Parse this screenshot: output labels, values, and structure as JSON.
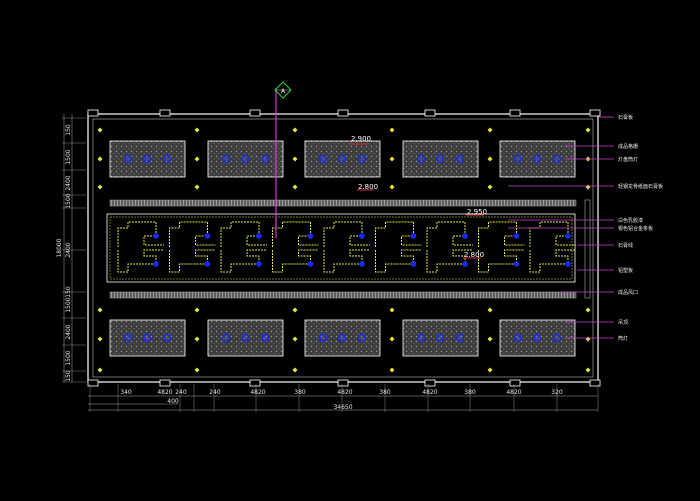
{
  "elevations": {
    "upper_panels": "2.900",
    "upper_strip": "2.800",
    "center_top": "2.950",
    "center_mid": "2.800"
  },
  "section_marker": "A",
  "horizontal_dims": [
    "340",
    "4820",
    "240",
    "240",
    "4820",
    "380",
    "4820",
    "380",
    "4820",
    "380",
    "4820",
    "320"
  ],
  "sub_total": "400",
  "total_dim": "34650",
  "vertical_dims": [
    "150",
    "1500",
    "2400",
    "1500",
    "2400",
    "150",
    "1500",
    "2400",
    "1500",
    "150"
  ],
  "total_height": "18000",
  "callouts": [
    "石膏板",
    "成品格栅",
    "灯盘筒灯",
    "轻钢龙骨纸面石膏板",
    "白色乳胶漆",
    "银色铝合金条板",
    "石膏线",
    "铝塑板",
    "成品风口",
    "吊顶",
    "筒灯"
  ],
  "colors": {
    "background": "#000000",
    "outline": "#ffffff",
    "callout": "#d23cd2",
    "panel_fill": "#3c3c3c",
    "serpentine": "#e6e632",
    "lamp": "#1428ff",
    "marker": "#e6e632"
  }
}
